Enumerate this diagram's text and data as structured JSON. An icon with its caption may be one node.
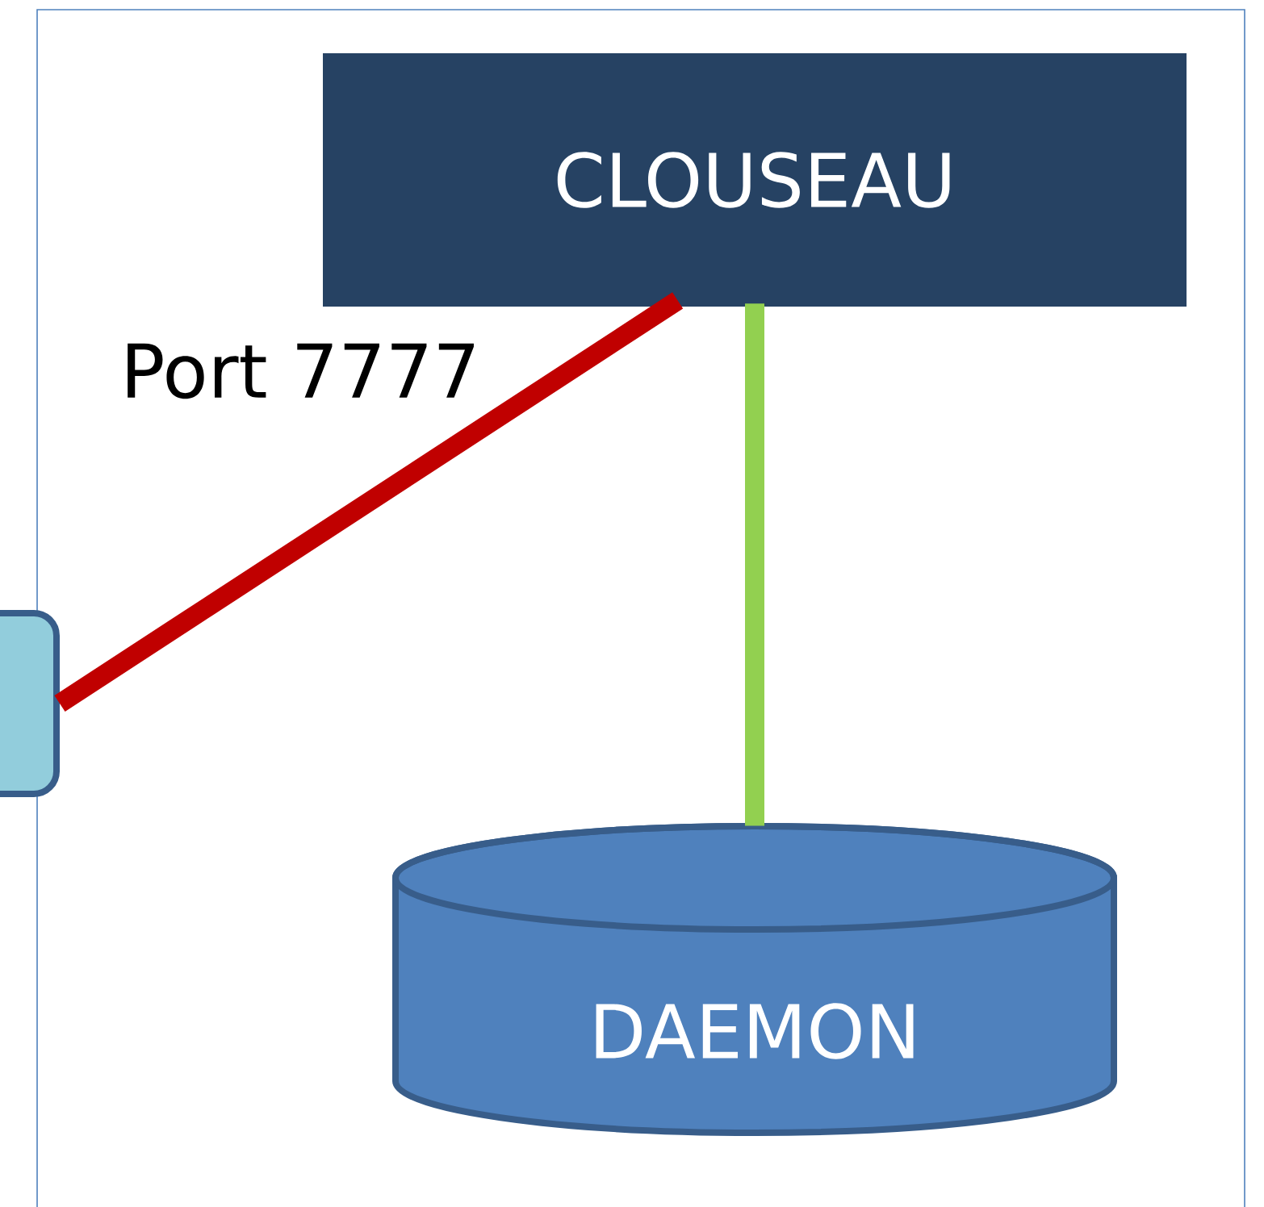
{
  "diagram": {
    "nodes": [
      {
        "text": [
          "CLOUSEAU"
        ]
      },
      {
        "text": [
          "DAEMON"
        ]
      },
      {
        "text": [],
        "shape": "box"
      }
    ],
    "edges": [
      {
        "from": 0,
        "to": 2,
        "arrow": "none",
        "label": "Port 7777",
        "color": "#c00000"
      },
      {
        "from": 0,
        "to": 1,
        "arrow": "none",
        "color": "#92d050"
      }
    ]
  }
}
